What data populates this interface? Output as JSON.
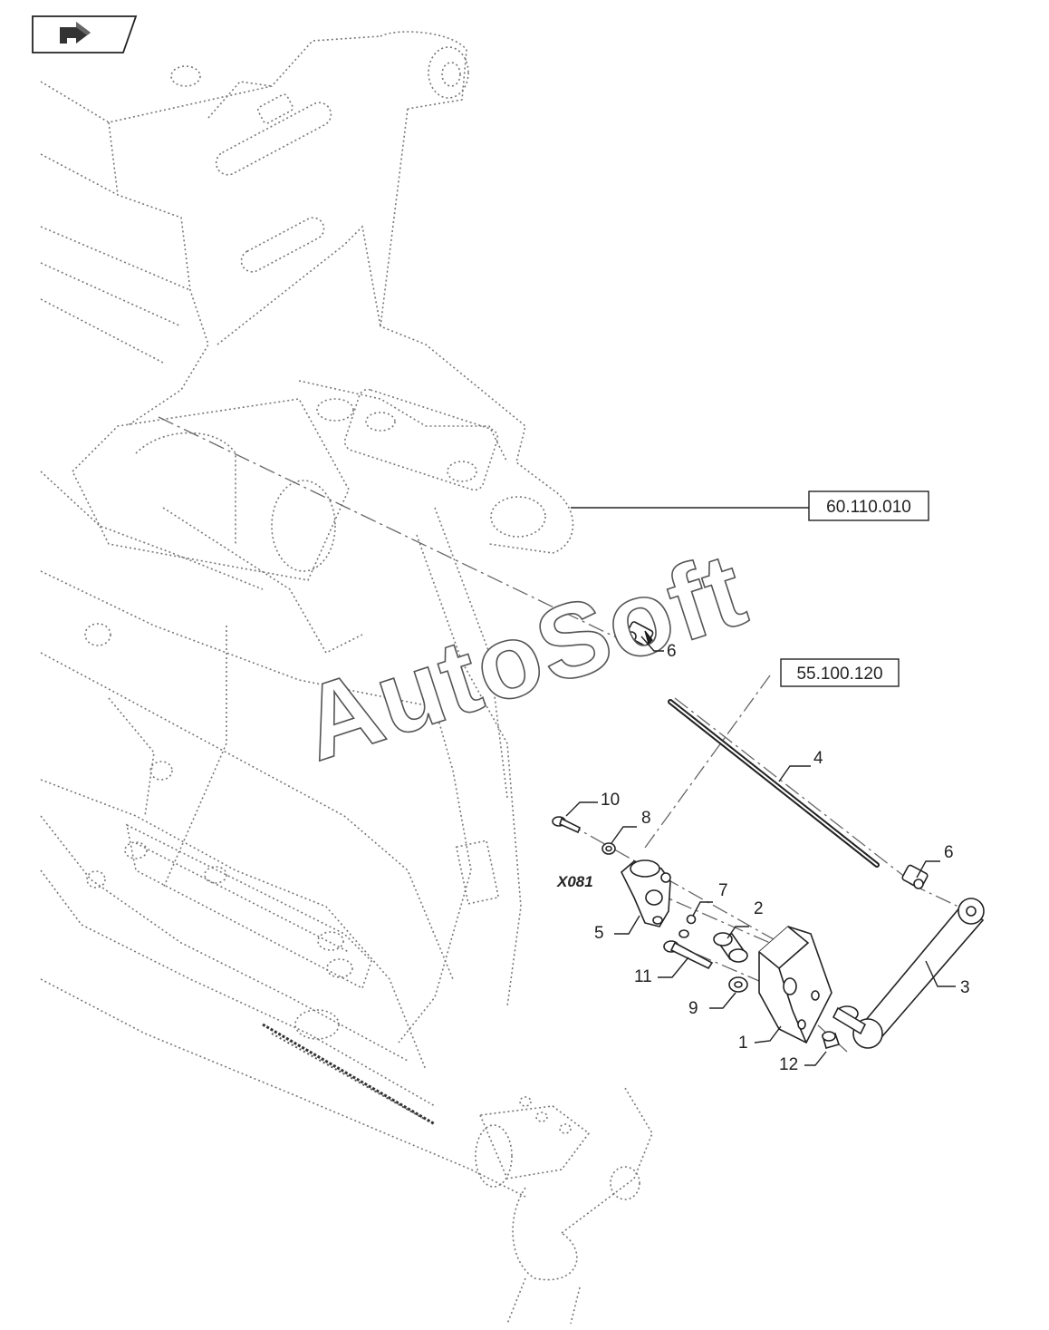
{
  "nav_button": {
    "icon": "return-arrow-icon"
  },
  "references": [
    {
      "id": "ref-frame",
      "label": "60.110.010"
    },
    {
      "id": "ref-linkage",
      "label": "55.100.120"
    }
  ],
  "callouts": [
    {
      "id": "1",
      "label": "1"
    },
    {
      "id": "2",
      "label": "2"
    },
    {
      "id": "3",
      "label": "3"
    },
    {
      "id": "4",
      "label": "4"
    },
    {
      "id": "5",
      "label": "5"
    },
    {
      "id": "6a",
      "label": "6"
    },
    {
      "id": "6b",
      "label": "6"
    },
    {
      "id": "7",
      "label": "7"
    },
    {
      "id": "8",
      "label": "8"
    },
    {
      "id": "9",
      "label": "9"
    },
    {
      "id": "10",
      "label": "10"
    },
    {
      "id": "11",
      "label": "11"
    },
    {
      "id": "12",
      "label": "12"
    }
  ],
  "component_code": "X081",
  "watermark": "AutoSoft"
}
